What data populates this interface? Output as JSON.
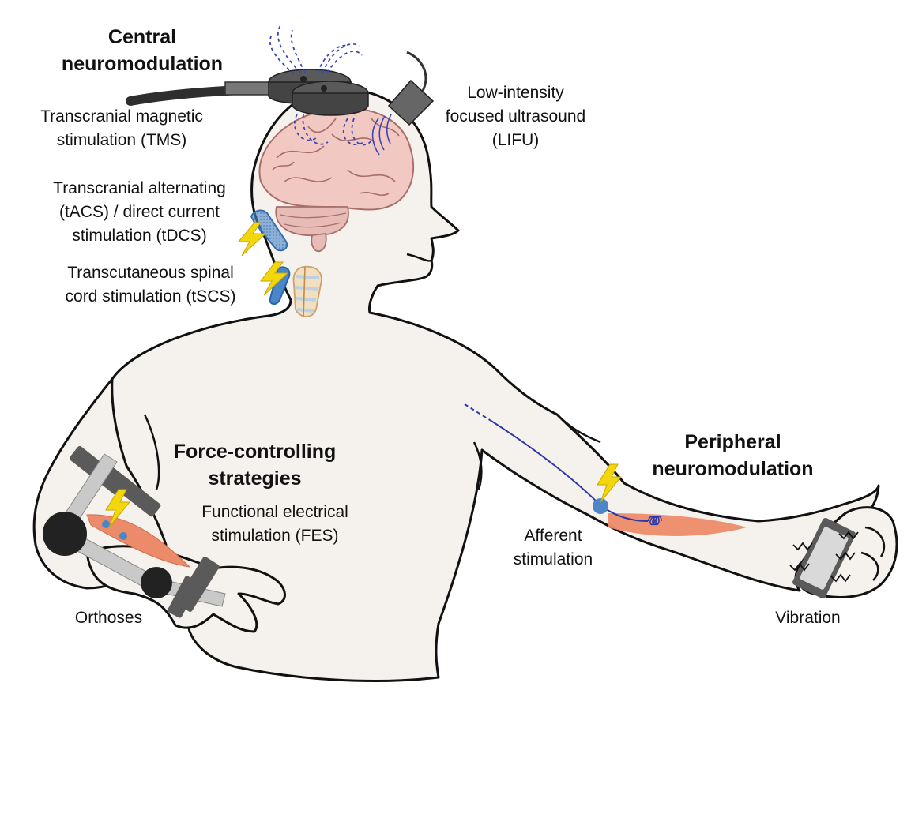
{
  "headings": {
    "central": [
      "Central",
      "neuromodulation"
    ],
    "force": [
      "Force-controlling",
      "strategies"
    ],
    "peripheral": [
      "Peripheral",
      "neuromodulation"
    ]
  },
  "labels": {
    "tms": [
      "Transcranial magnetic",
      "stimulation (TMS)"
    ],
    "lifu": [
      "Low-intensity",
      "focused ultrasound",
      "(LIFU)"
    ],
    "tacs": [
      "Transcranial alternating",
      "(tACS) / direct current",
      "stimulation (tDCS)"
    ],
    "tscs": [
      "Transcutaneous spinal",
      "cord stimulation (tSCS)"
    ],
    "fes": [
      "Functional electrical",
      "stimulation (FES)"
    ],
    "afferent": [
      "Afferent",
      "stimulation"
    ],
    "orthoses": "Orthoses",
    "vibration": "Vibration"
  },
  "colors": {
    "skin": "#f5f1ec",
    "outline": "#111111",
    "brain": "#f2c8c2",
    "brain_line": "#a86e68",
    "electrode": "#4a86c8",
    "bolt": "#f4d60c",
    "muscle": "#ec8b6a",
    "nerve": "#2d37a6",
    "device": "#555555",
    "strap": "#5a5a5a",
    "brace": "#c9c9c9"
  }
}
